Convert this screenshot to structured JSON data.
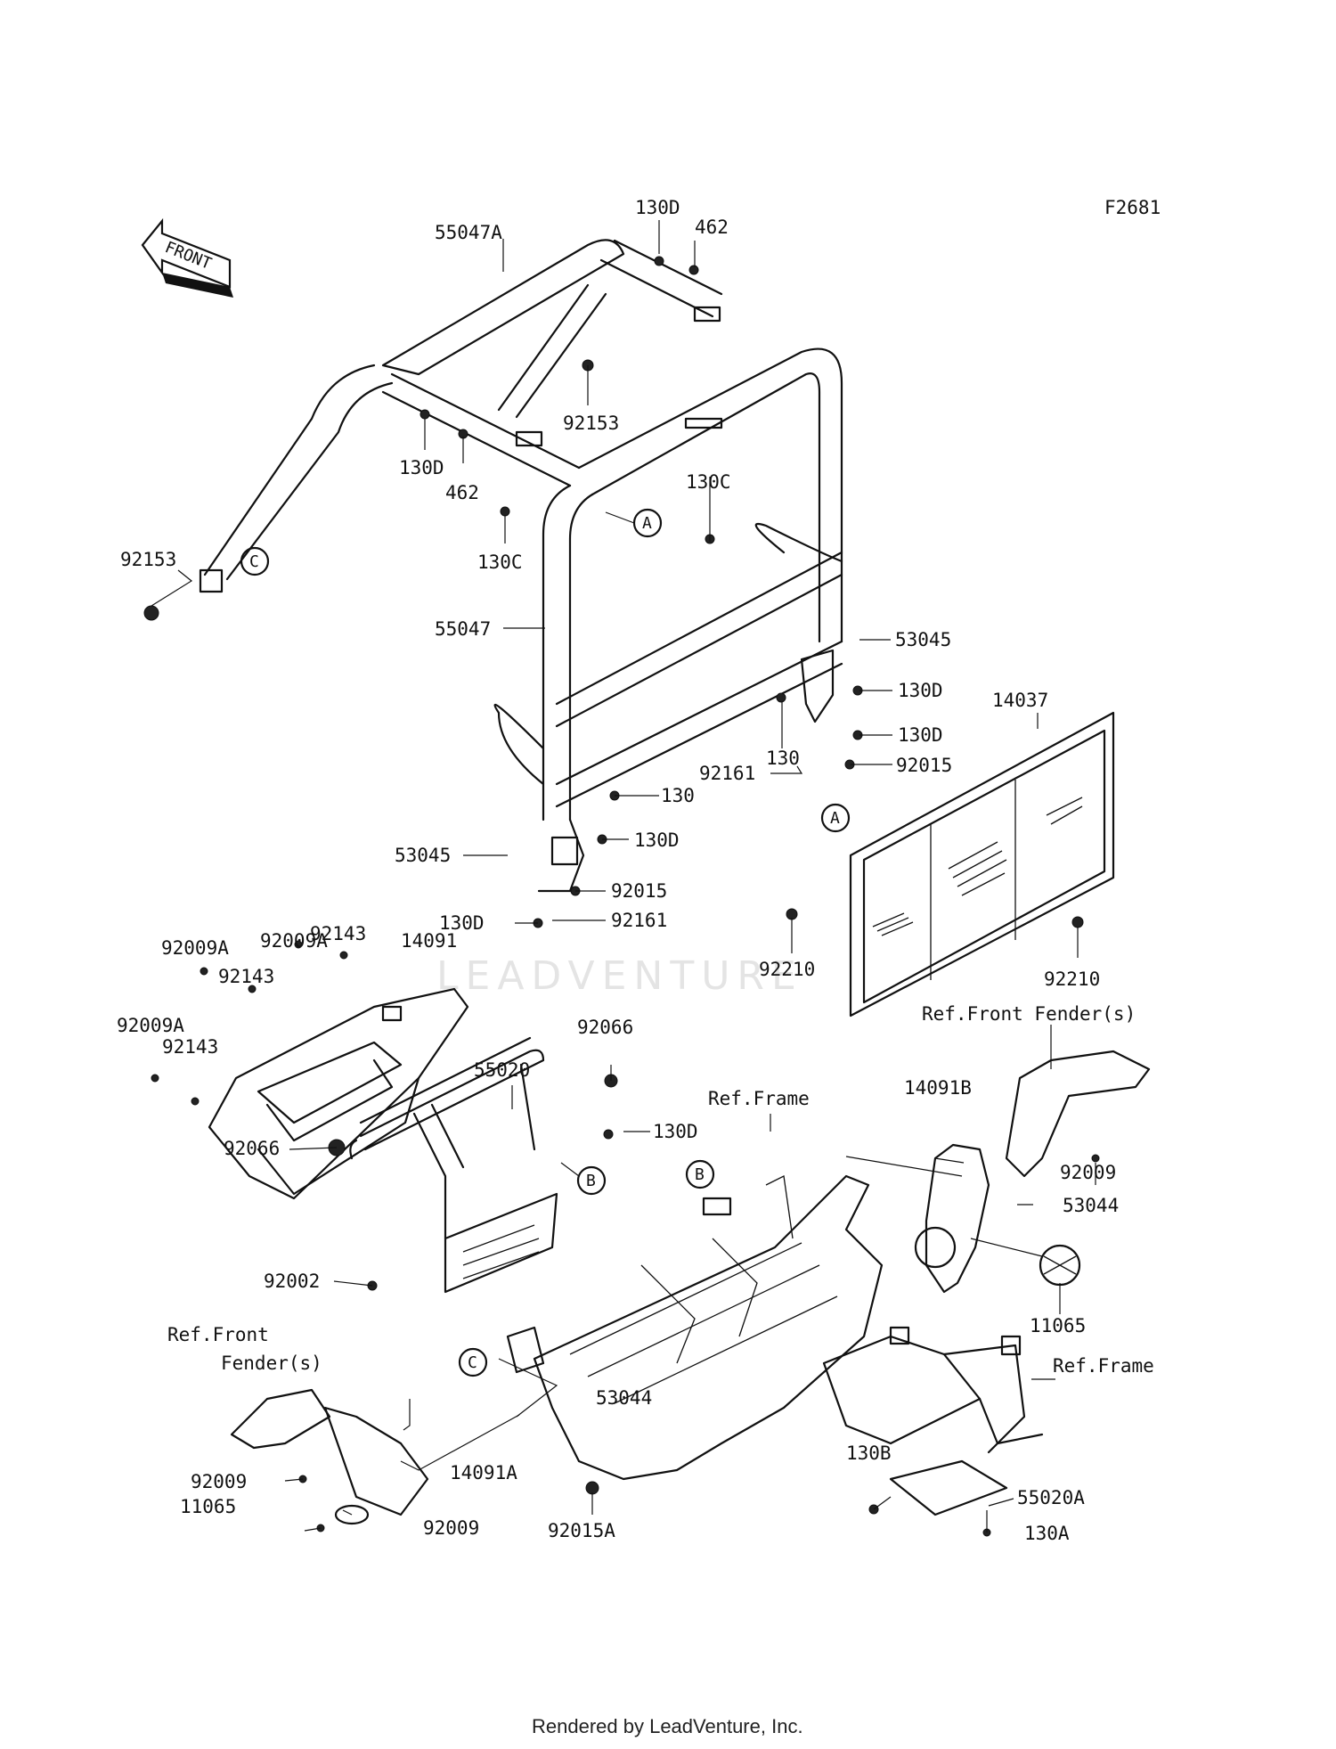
{
  "diagram_code": "F2681",
  "direction_arrow": "FRONT",
  "watermark": "LEADVENTURE",
  "footer": "Rendered by LeadVenture, Inc.",
  "callouts": {
    "a": "A",
    "b": "B",
    "c": "C"
  },
  "labels": {
    "l01": "55047A",
    "l02": "130D",
    "l03": "462",
    "l04": "92153",
    "l05": "130D",
    "l06": "462",
    "l07": "130C",
    "l08": "130C",
    "l09": "92153",
    "l10": "55047",
    "l11": "53045",
    "l12": "130D",
    "l13": "14037",
    "l14": "130",
    "l15": "130D",
    "l16": "92161",
    "l17": "92015",
    "l18": "130",
    "l19": "130D",
    "l20": "53045",
    "l21": "92015",
    "l22": "130D",
    "l23": "92161",
    "l24": "92210",
    "l25": "92210",
    "l26": "92009A",
    "l27": "92143",
    "l28": "14091",
    "l29": "92009A",
    "l30": "92143",
    "l31": "92009A",
    "l32": "92143",
    "l33": "92066",
    "l34": "55020",
    "l35": "130D",
    "l36": "14091B",
    "l37": "92009",
    "l38": "53044",
    "l39": "92066",
    "l40": "92002",
    "l41": "11065",
    "l42": "53044",
    "l43": "14091A",
    "l44": "92009",
    "l45": "11065",
    "l46": "92009",
    "l47": "92015A",
    "l48": "130B",
    "l49": "55020A",
    "l50": "130A"
  },
  "refs": {
    "r1": "Ref.Front Fender(s)",
    "r2": "Ref.Frame",
    "r3": "Ref.Front",
    "r4": "Fender(s)",
    "r5": "Ref.Frame"
  }
}
